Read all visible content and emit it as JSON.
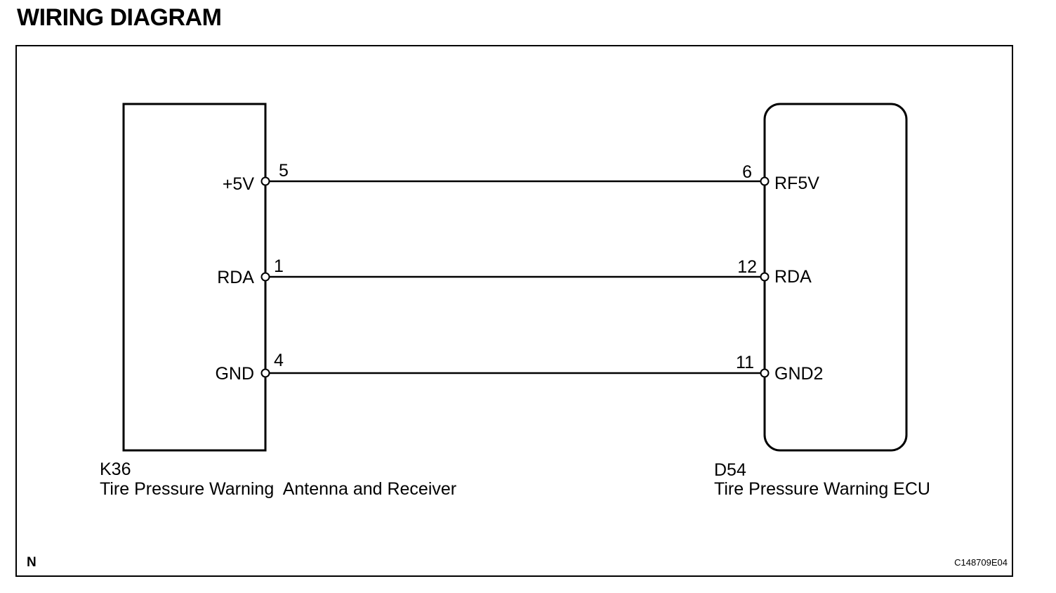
{
  "title": "WIRING DIAGRAM",
  "left_component": {
    "code": "K36",
    "name": "Tire Pressure Warning  Antenna and Receiver",
    "pins": [
      {
        "label": "+5V",
        "number": "5"
      },
      {
        "label": "RDA",
        "number": "1"
      },
      {
        "label": "GND",
        "number": "4"
      }
    ]
  },
  "right_component": {
    "code": "D54",
    "name": "Tire Pressure Warning ECU",
    "pins": [
      {
        "label": "RF5V",
        "number": "6"
      },
      {
        "label": "RDA",
        "number": "12"
      },
      {
        "label": "GND2",
        "number": "11"
      }
    ]
  },
  "footer": {
    "corner_mark": "N",
    "figure_id": "C148709E04"
  }
}
